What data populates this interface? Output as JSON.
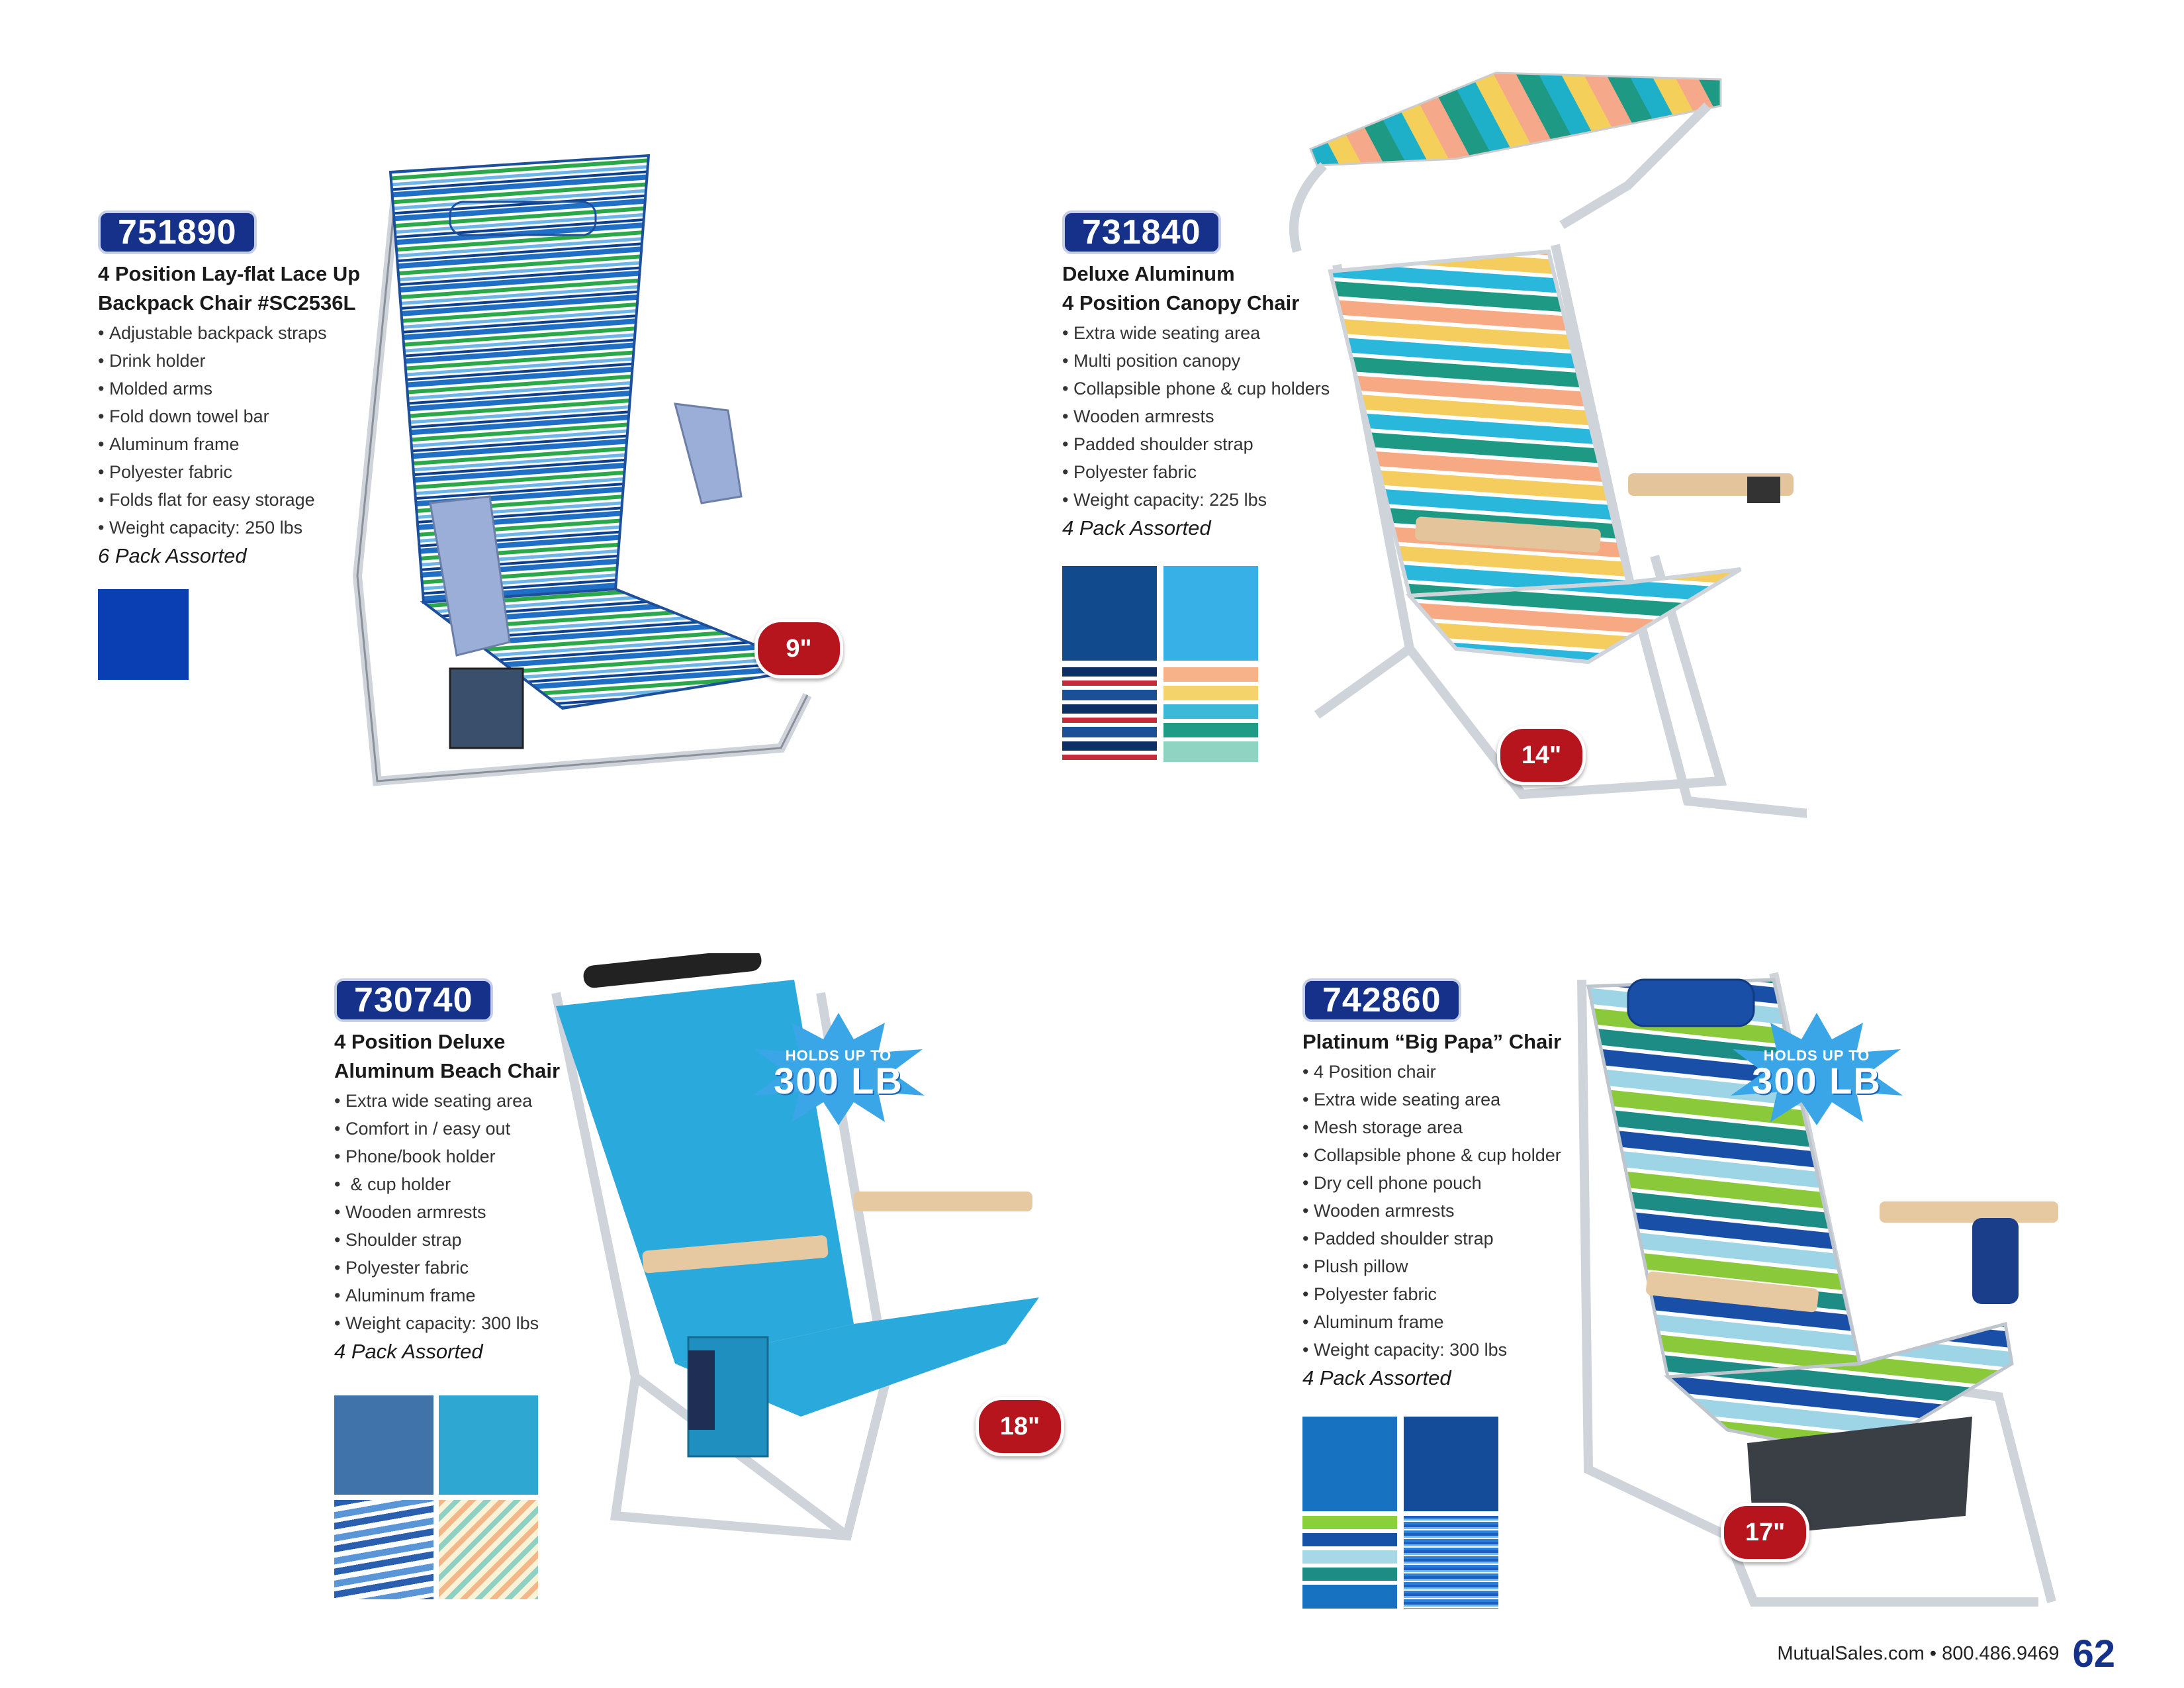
{
  "products": [
    {
      "sku": "751890",
      "title_line1": "4 Position Lay-flat Lace Up",
      "title_line2": "Backpack Chair #SC2536L",
      "features": [
        "Adjustable backpack straps",
        "Drink holder",
        "Molded arms",
        "Fold down towel bar",
        "Aluminum frame",
        "Polyester fabric",
        "Folds flat for easy storage",
        "Weight capacity: 250 lbs"
      ],
      "pack": "6 Pack Assorted",
      "seat_height": "9\"",
      "swatch_color": "#0a3fb4"
    },
    {
      "sku": "731840",
      "title_line1": "Deluxe Aluminum",
      "title_line2": "4 Position Canopy Chair",
      "features": [
        "Extra wide seating area",
        "Multi position canopy",
        "Collapsible phone & cup holders",
        "Wooden armrests",
        "Padded shoulder strap",
        "Polyester fabric",
        "Weight capacity: 225 lbs"
      ],
      "pack": "4 Pack Assorted",
      "seat_height": "14\""
    },
    {
      "sku": "730740",
      "title_line1": "4 Position Deluxe",
      "title_line2": "Aluminum Beach Chair",
      "features": [
        "Extra wide seating area",
        "Comfort in / easy out",
        "Phone/book holder",
        " & cup holder",
        "Wooden armrests",
        "Shoulder strap",
        "Polyester fabric",
        "Aluminum frame",
        "Weight capacity: 300 lbs"
      ],
      "pack": "4 Pack Assorted",
      "seat_height": "18\"",
      "burst_small": "HOLDS UP TO",
      "burst_big": "300 LB"
    },
    {
      "sku": "742860",
      "title_line1": "Platinum “Big Papa” Chair",
      "features": [
        "4 Position chair",
        "Extra wide seating area",
        "Mesh storage area",
        "Collapsible phone & cup holder",
        "Dry cell phone pouch",
        "Wooden armrests",
        "Padded shoulder strap",
        "Plush pillow",
        "Polyester fabric",
        "Aluminum frame",
        "Weight capacity: 300 lbs"
      ],
      "pack": "4 Pack Assorted",
      "seat_height": "17\"",
      "burst_small": "HOLDS UP TO",
      "burst_big": "300 LB"
    }
  ],
  "footer": {
    "site": "MutualSales.com  •  800.486.9469",
    "page": "62"
  }
}
